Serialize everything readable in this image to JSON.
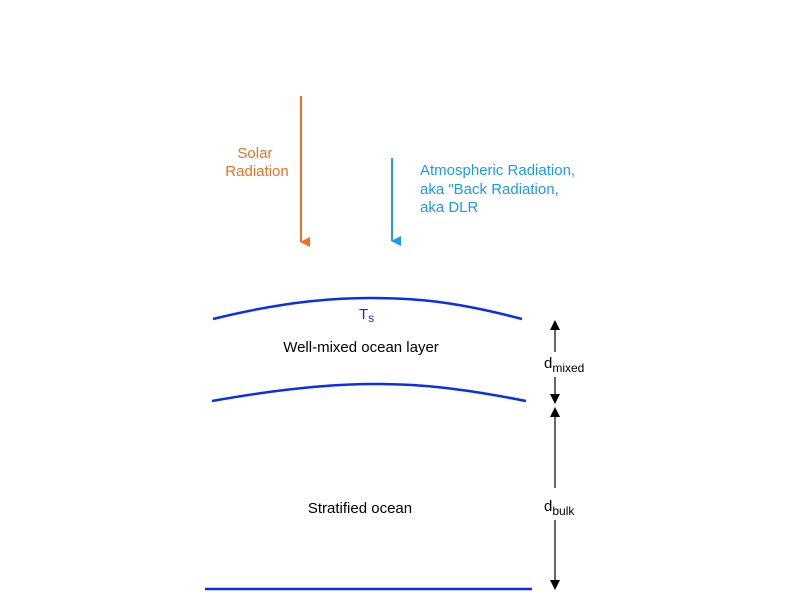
{
  "colors": {
    "solar": "#f07020",
    "atmospheric": "#1a9af0",
    "surface": "#0a2ef0",
    "dimension": "#000000"
  },
  "solar": {
    "line1": "Solar",
    "line2": "Radiation"
  },
  "atmospheric": {
    "line1": "Atmospheric Radiation,",
    "line2": "aka \"Back Radiation,",
    "line3": "aka DLR"
  },
  "surface_temp": {
    "base": "T",
    "sub": "s"
  },
  "layers": {
    "mixed": "Well-mixed ocean layer",
    "stratified": "Stratified ocean"
  },
  "dimensions": {
    "mixed": {
      "base": "d",
      "sub": "mixed"
    },
    "bulk": {
      "base": "d",
      "sub": "bulk"
    }
  }
}
